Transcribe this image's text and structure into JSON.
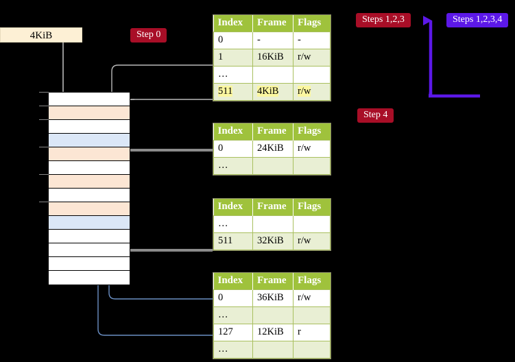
{
  "labels": {
    "size_box": "4KiB",
    "step0": "Step 0",
    "step4": "Step 4",
    "steps123": "Steps 1,2,3",
    "steps1234": "Steps 1,2,3,4"
  },
  "colors": {
    "badge_red": "#a80e27",
    "badge_blue": "#5c18e8",
    "table_header": "#9fc23c",
    "table_alt_row": "#e9efd4",
    "highlight": "#fbf7a0",
    "mem_orange": "#fce6d4",
    "mem_blue": "#dbe7f7",
    "size_box": "#fdf0d5",
    "background": "#000000",
    "wire_gray": "#b9b9b9",
    "wire_blue": "#6b8fc4",
    "arrow_blue": "#5c7fb5"
  },
  "memory": {
    "rows": [
      {
        "fill": "white"
      },
      {
        "fill": "orange"
      },
      {
        "fill": "white"
      },
      {
        "fill": "blue"
      },
      {
        "fill": "orange"
      },
      {
        "fill": "white"
      },
      {
        "fill": "orange"
      },
      {
        "fill": "white"
      },
      {
        "fill": "orange"
      },
      {
        "fill": "blue"
      },
      {
        "fill": "white"
      },
      {
        "fill": "white"
      },
      {
        "fill": "white"
      },
      {
        "fill": "white"
      }
    ],
    "ticks": [
      0,
      1,
      2,
      4,
      6,
      8
    ]
  },
  "tables": [
    {
      "name": "pml4-table",
      "headers": [
        "Index",
        "Frame",
        "Flags"
      ],
      "rows": [
        {
          "cells": [
            "0",
            "-",
            "-"
          ],
          "alt": false,
          "highlight": false
        },
        {
          "cells": [
            "1",
            "16KiB",
            "r/w"
          ],
          "alt": true,
          "highlight": false
        },
        {
          "cells": [
            "…",
            "",
            ""
          ],
          "alt": false,
          "highlight": false
        },
        {
          "cells": [
            "511",
            "4KiB",
            "r/w"
          ],
          "alt": true,
          "highlight": true
        }
      ]
    },
    {
      "name": "pdpt-table",
      "headers": [
        "Index",
        "Frame",
        "Flags"
      ],
      "rows": [
        {
          "cells": [
            "0",
            "24KiB",
            "r/w"
          ],
          "alt": false,
          "highlight": false
        },
        {
          "cells": [
            "…",
            "",
            ""
          ],
          "alt": true,
          "highlight": false
        }
      ]
    },
    {
      "name": "pd-table",
      "headers": [
        "Index",
        "Frame",
        "Flags"
      ],
      "rows": [
        {
          "cells": [
            "…",
            "",
            ""
          ],
          "alt": false,
          "highlight": false
        },
        {
          "cells": [
            "511",
            "32KiB",
            "r/w"
          ],
          "alt": true,
          "highlight": false
        }
      ]
    },
    {
      "name": "pt-table",
      "headers": [
        "Index",
        "Frame",
        "Flags"
      ],
      "rows": [
        {
          "cells": [
            "0",
            "36KiB",
            "r/w"
          ],
          "alt": false,
          "highlight": false
        },
        {
          "cells": [
            "…",
            "",
            ""
          ],
          "alt": true,
          "highlight": false
        },
        {
          "cells": [
            "127",
            "12KiB",
            "r"
          ],
          "alt": false,
          "highlight": false
        },
        {
          "cells": [
            "…",
            "",
            ""
          ],
          "alt": true,
          "highlight": false
        }
      ]
    }
  ]
}
